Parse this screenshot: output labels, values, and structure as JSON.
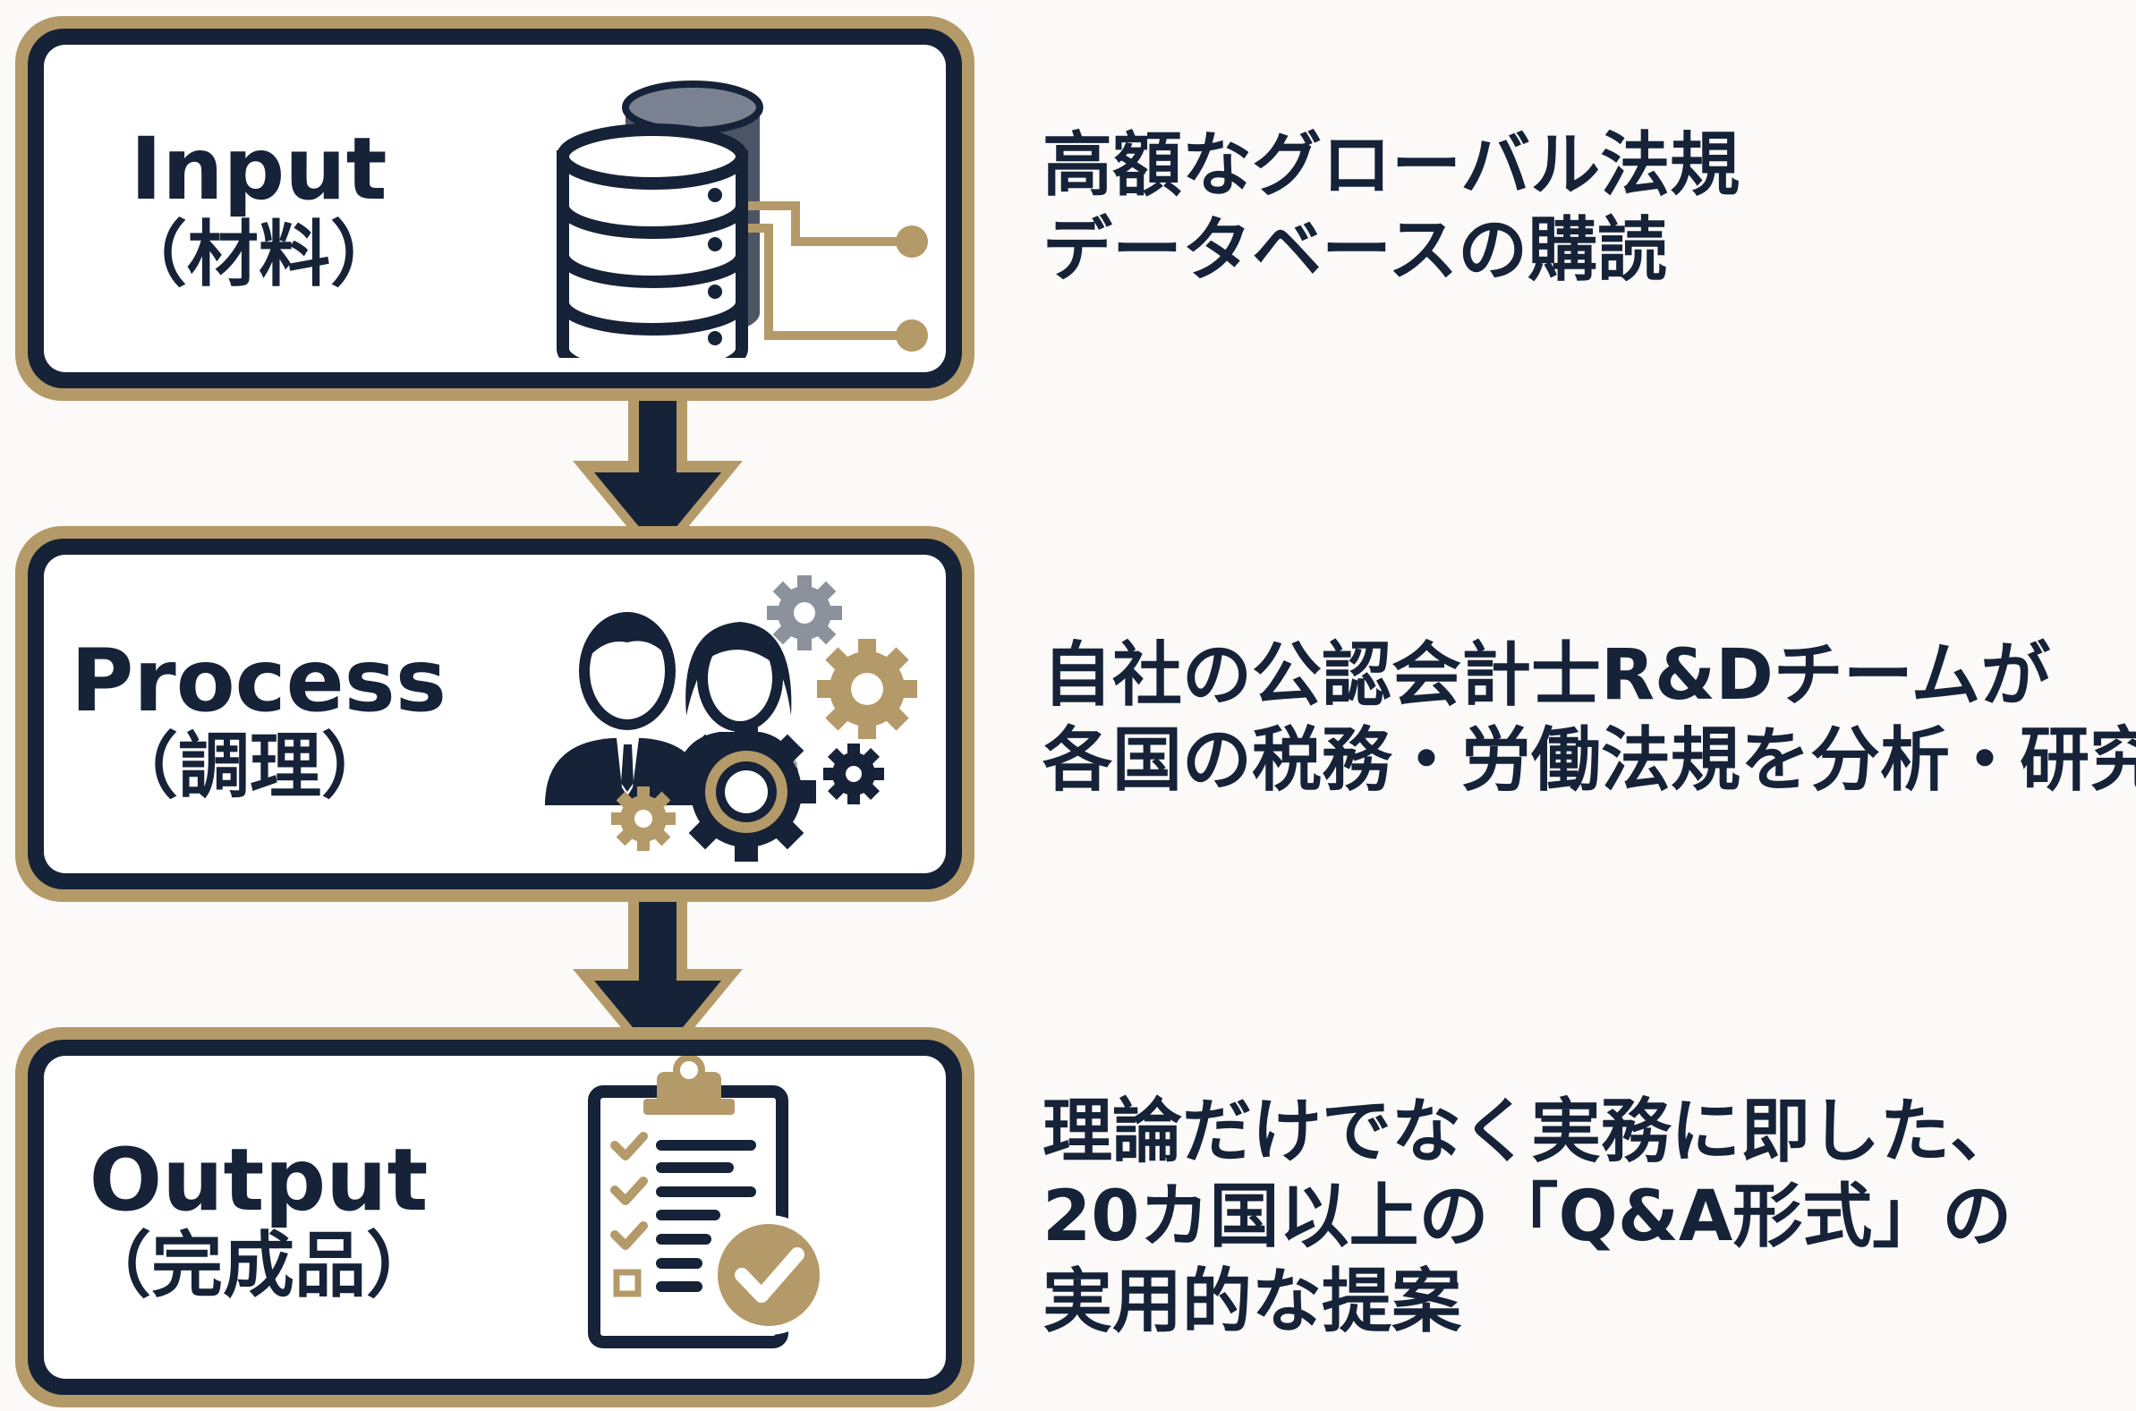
{
  "colors": {
    "navy": "#152238",
    "gold": "#b49a68",
    "background": "#fbfaf8",
    "box_fill": "#ffffff"
  },
  "steps": [
    {
      "label_en": "Input",
      "label_ja": "（材料）",
      "icon": "database-icon",
      "description": [
        "高額なグローバル法規",
        "データベースの購読"
      ]
    },
    {
      "label_en": "Process",
      "label_ja": "（調理）",
      "icon": "team-gears-icon",
      "description": [
        "自社の公認会計士R&Dチームが",
        "各国の税務・労働法規を分析・研究"
      ]
    },
    {
      "label_en": "Output",
      "label_ja": "（完成品）",
      "icon": "clipboard-check-icon",
      "description": [
        "理論だけでなく実務に即した、",
        "20カ国以上の「Q&A形式」の",
        "実用的な提案"
      ]
    }
  ]
}
